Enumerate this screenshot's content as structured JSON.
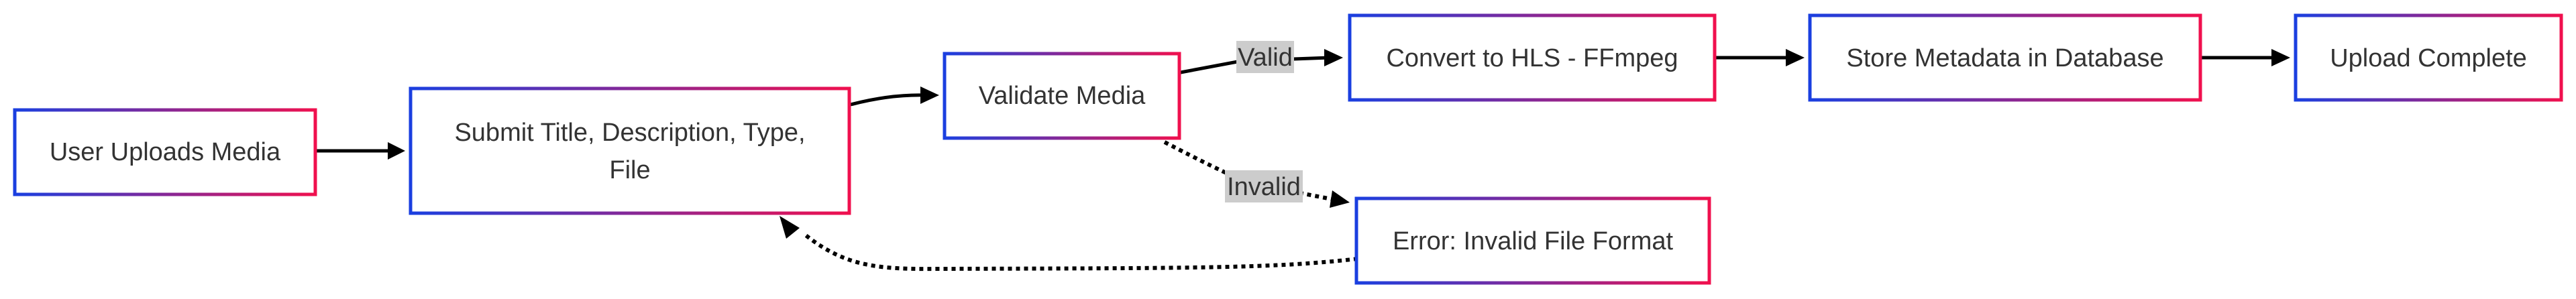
{
  "diagram": {
    "type": "flowchart",
    "direction": "left-to-right",
    "node_border_gradient": [
      "#1a3fe0",
      "#f0104e"
    ],
    "edge_label_background": "#cccccc",
    "nodes": {
      "user_uploads": {
        "label": "User Uploads Media"
      },
      "submit_details": {
        "label_line1": "Submit Title, Description, Type,",
        "label_line2": "File"
      },
      "validate": {
        "label": "Validate Media"
      },
      "convert": {
        "label": "Convert to HLS - FFmpeg"
      },
      "store": {
        "label": "Store Metadata in Database"
      },
      "complete": {
        "label": "Upload Complete"
      },
      "error": {
        "label": "Error: Invalid File Format"
      }
    },
    "edges": {
      "upload_to_submit": {
        "from": "User Uploads Media",
        "to": "Submit Title, Description, Type, File",
        "style": "solid"
      },
      "submit_to_validate": {
        "from": "Submit Title, Description, Type, File",
        "to": "Validate Media",
        "style": "solid"
      },
      "validate_to_convert": {
        "from": "Validate Media",
        "to": "Convert to HLS - FFmpeg",
        "label": "Valid",
        "style": "solid"
      },
      "convert_to_store": {
        "from": "Convert to HLS - FFmpeg",
        "to": "Store Metadata in Database",
        "style": "solid"
      },
      "store_to_complete": {
        "from": "Store Metadata in Database",
        "to": "Upload Complete",
        "style": "solid"
      },
      "validate_to_error": {
        "from": "Validate Media",
        "to": "Error: Invalid File Format",
        "label": "Invalid",
        "style": "dotted"
      },
      "error_to_submit": {
        "from": "Error: Invalid File Format",
        "to": "Submit Title, Description, Type, File",
        "style": "dotted"
      }
    }
  }
}
